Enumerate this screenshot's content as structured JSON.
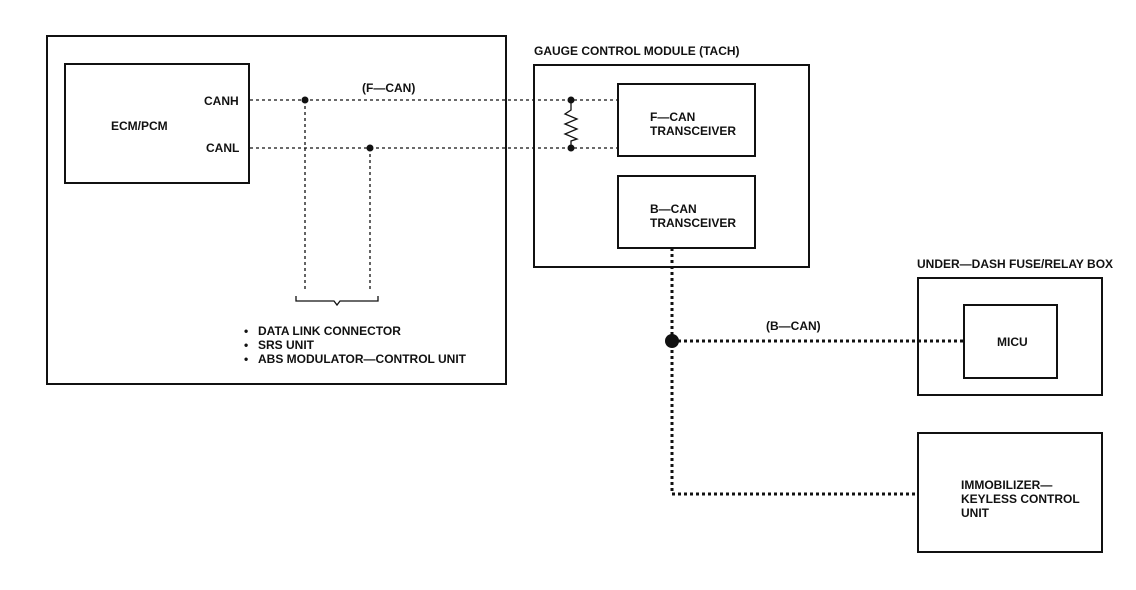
{
  "ecm": {
    "title": "ECM/PCM",
    "canh": "CANH",
    "canl": "CANL"
  },
  "fcan_label": "(F—CAN)",
  "bcan_label": "(B—CAN)",
  "connected_units": [
    "DATA LINK CONNECTOR",
    "SRS UNIT",
    "ABS MODULATOR—CONTROL UNIT"
  ],
  "gauge": {
    "title": "GAUGE CONTROL MODULE (TACH)",
    "fcan_line1": "F—CAN",
    "fcan_line2": "TRANSCEIVER",
    "bcan_line1": "B—CAN",
    "bcan_line2": "TRANSCEIVER"
  },
  "fuse_box": {
    "title": "UNDER—DASH FUSE/RELAY BOX",
    "micu": "MICU"
  },
  "immobilizer": {
    "line1": "IMMOBILIZER—",
    "line2": "KEYLESS CONTROL",
    "line3": "UNIT"
  },
  "colors": {
    "ink": "#111111",
    "background": "#ffffff"
  }
}
